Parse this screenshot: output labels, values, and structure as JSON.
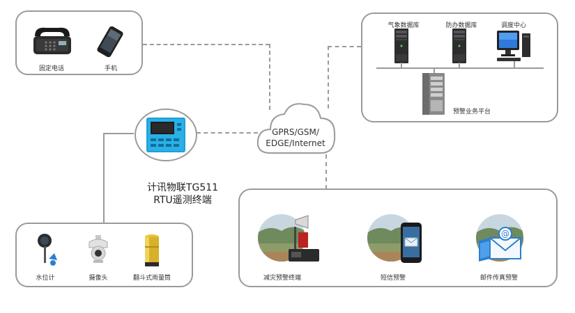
{
  "telecom": {
    "landline_label": "固定电话",
    "mobile_label": "手机"
  },
  "datacenter": {
    "weather_db_label": "气象数据库",
    "flood_db_label": "防办数据库",
    "dispatch_label": "调度中心",
    "platform_label": "预警业务平台"
  },
  "network": {
    "cloud_line1": "GPRS/GSM/",
    "cloud_line2": "EDGE/Internet"
  },
  "rtu": {
    "caption_line1": "计讯物联TG511",
    "caption_line2": "RTU遥测终端"
  },
  "sensors": {
    "water_gauge_label": "水位计",
    "camera_label": "摄像头",
    "rain_gauge_label": "翻斗式雨量筒"
  },
  "alerts": {
    "terminal_label": "减灾预警终端",
    "sms_label": "短信预警",
    "email_fax_label": "邮件传真预警"
  },
  "colors": {
    "panel_border": "#9a9a9a",
    "rtu_screen": "#1e9fd8",
    "accent_blue": "#2a7fd0"
  }
}
